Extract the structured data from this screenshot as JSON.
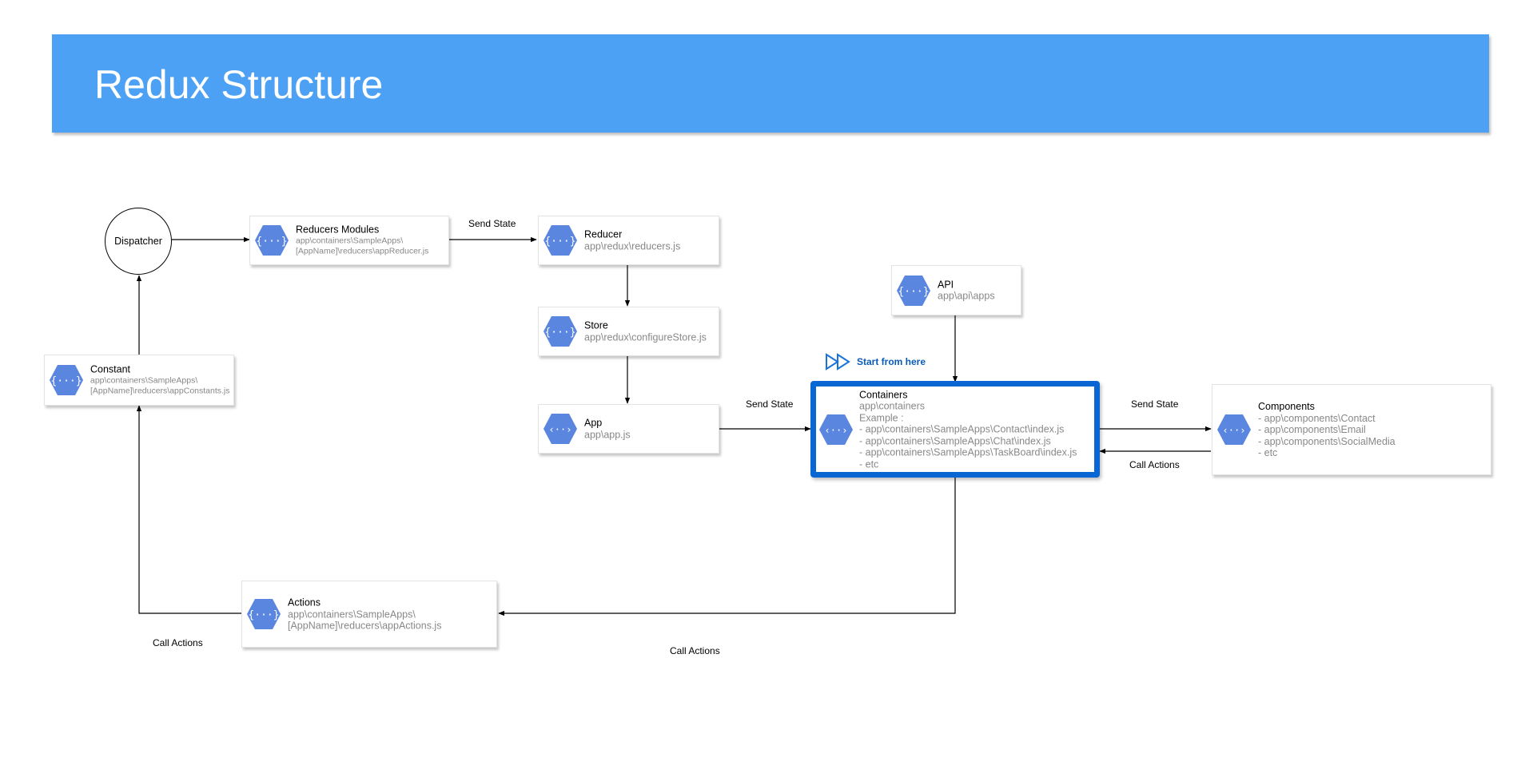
{
  "header": {
    "title": "Redux Structure"
  },
  "colors": {
    "banner": "#4da1f4",
    "accent": "#0867d3",
    "icon": "#5b86e0"
  },
  "dispatcher": {
    "label": "Dispatcher"
  },
  "nodes": {
    "reducers_modules": {
      "title": "Reducers Modules",
      "lines": [
        "app\\containers\\SampleApps\\",
        "[AppName]\\reducers\\appReducer.js"
      ],
      "icon": "cloud-functions-icon"
    },
    "reducer": {
      "title": "Reducer",
      "lines": [
        "app\\redux\\reducers.js"
      ],
      "icon": "cloud-functions-icon"
    },
    "store": {
      "title": "Store",
      "lines": [
        "app\\redux\\configureStore.js"
      ],
      "icon": "cloud-functions-icon"
    },
    "app": {
      "title": "App",
      "lines": [
        "app\\app.js"
      ],
      "icon": "code-endpoints-icon"
    },
    "api": {
      "title": "API",
      "lines": [
        "app\\api\\apps"
      ],
      "icon": "cloud-functions-icon"
    },
    "containers": {
      "title": "Containers",
      "lines": [
        "app\\containers",
        "Example :",
        "- app\\containers\\SampleApps\\Contact\\index.js",
        "- app\\containers\\SampleApps\\Chat\\index.js",
        "- app\\containers\\SampleApps\\TaskBoard\\index.js",
        "- etc"
      ],
      "icon": "code-endpoints-icon"
    },
    "components": {
      "title": "Components",
      "lines": [
        "- app\\components\\Contact",
        "- app\\components\\Email",
        "- app\\components\\SocialMedia",
        "- etc"
      ],
      "icon": "code-endpoints-icon"
    },
    "constant": {
      "title": "Constant",
      "lines": [
        "app\\containers\\SampleApps\\",
        "[AppName]\\reducers\\appConstants.js"
      ],
      "icon": "cloud-functions-icon"
    },
    "actions": {
      "title": "Actions",
      "lines": [
        "app\\containers\\SampleApps\\",
        "[AppName]\\reducers\\appActions.js"
      ],
      "icon": "cloud-functions-icon"
    }
  },
  "start_hint": {
    "label": "Start from here",
    "icon": "fast-forward-icon"
  },
  "edges": {
    "modules_to_reducer": "Send State",
    "app_to_containers": "Send State",
    "containers_to_components": "Send State",
    "components_to_containers": "Call Actions",
    "containers_to_actions": "Call Actions",
    "actions_to_constant": "Call Actions"
  }
}
